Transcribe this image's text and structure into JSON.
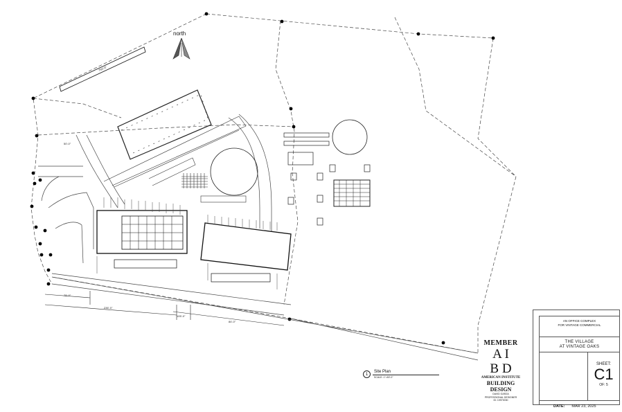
{
  "north": {
    "label": "north",
    "icon": "north-arrow-icon"
  },
  "caption": {
    "number": "1",
    "title": "Site Plan",
    "scale": "SCALE: 1\"=50'-0\""
  },
  "logo": {
    "member": "MEMBER",
    "letters_top": "A I",
    "letters_bottom": "B D",
    "institute": "AMERICAN INSTITUTE",
    "building_design": "BUILDING DESIGN",
    "name": "DAVID GARZA",
    "role": "PROFESSIONAL DESIGNER",
    "id": "ID: 19970030"
  },
  "title_block": {
    "project_line1": "AN OFFICE COMPLEX",
    "project_line2": "FOR VINTAGE COMMERCIAL",
    "name_line1": "THE VILLAGE",
    "name_line2": "AT VINTAGE OAKS",
    "sheet_label": "SHEET:",
    "sheet_number": "C1",
    "sheet_of": "OF: 5",
    "date_label": "DATE:",
    "date_value": "MAR 23, 2025"
  },
  "dimensions": {
    "d1": "750'-0\"",
    "d2": "75'-0\"",
    "d3": "236'-0\"",
    "d4": "84'-0\"",
    "d5": "105'-0\"",
    "d6": "50'-0\""
  }
}
